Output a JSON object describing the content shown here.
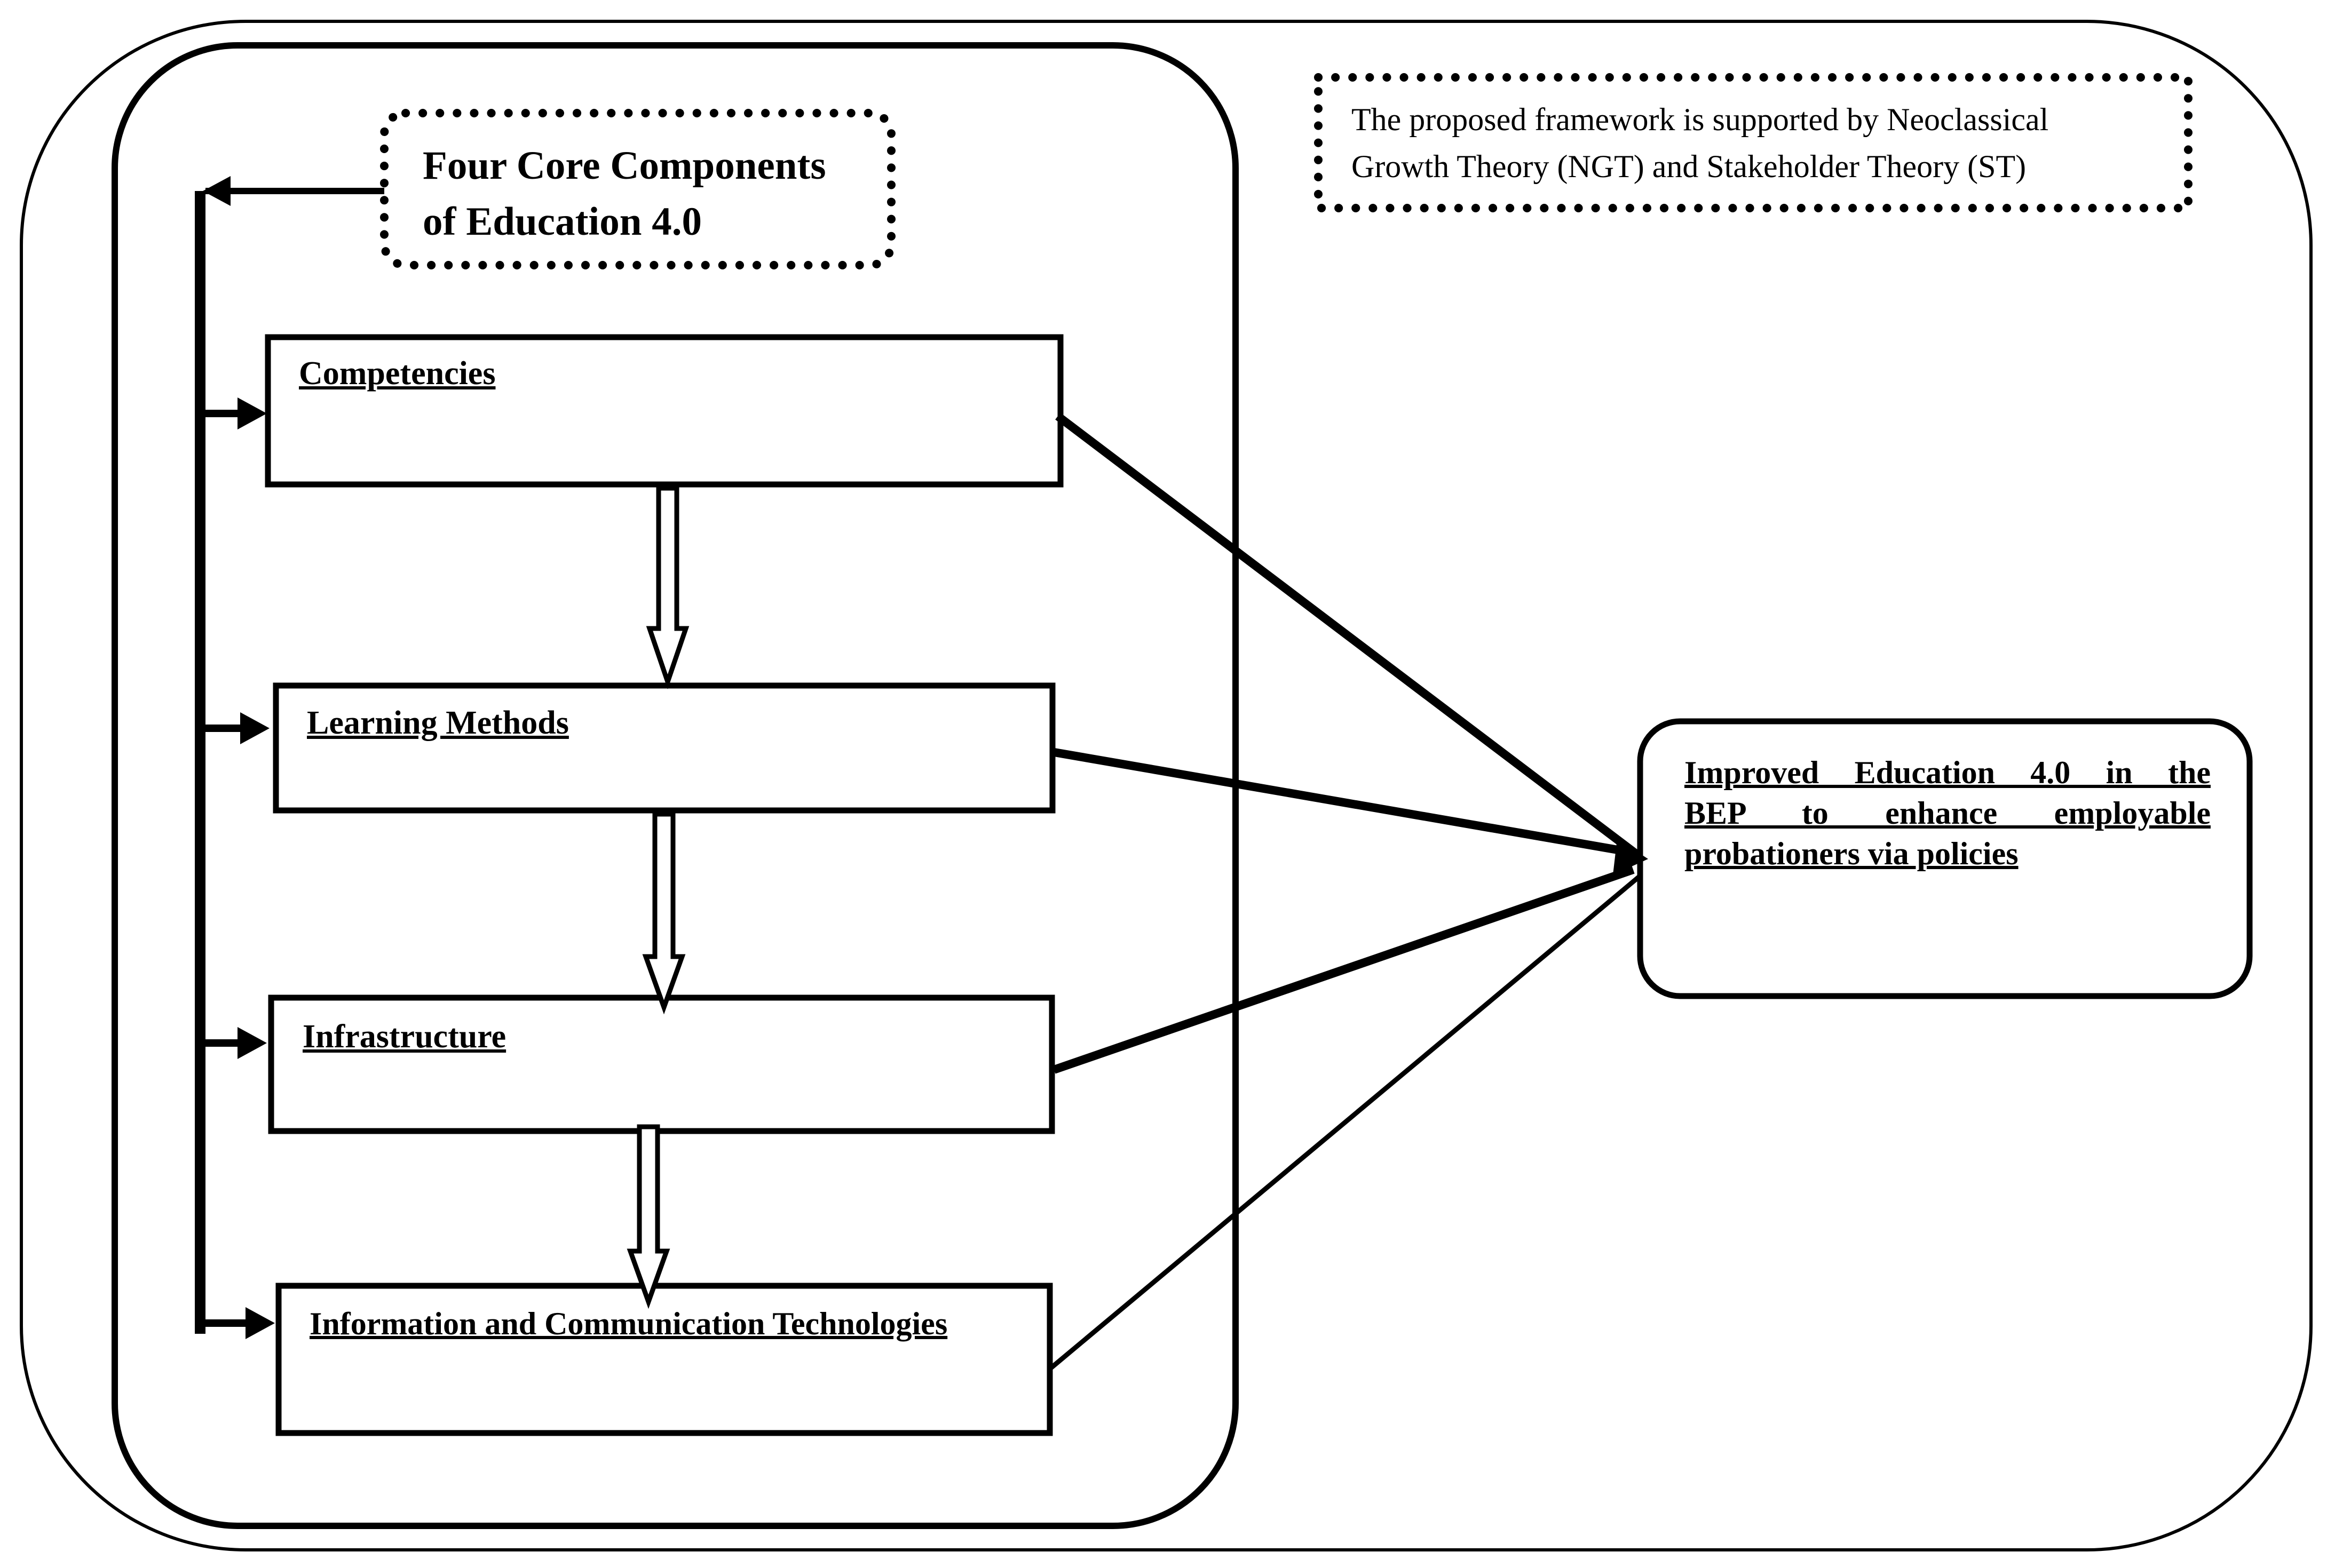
{
  "core": {
    "title_line1": "Four Core Components",
    "title_line2": "of Education 4.0"
  },
  "components": [
    {
      "label": "Competencies"
    },
    {
      "label": "Learning Methods"
    },
    {
      "label": "Infrastructure"
    },
    {
      "label": "Information and Communication Technologies"
    }
  ],
  "outcome": {
    "line1": "Improved Education 4.0 in the",
    "line2": "BEP to enhance employable",
    "line3": "probationers via policies"
  },
  "theory_note": {
    "line1": "The proposed framework is supported by Neoclassical",
    "line2": "Growth Theory (NGT) and Stakeholder Theory (ST)"
  }
}
